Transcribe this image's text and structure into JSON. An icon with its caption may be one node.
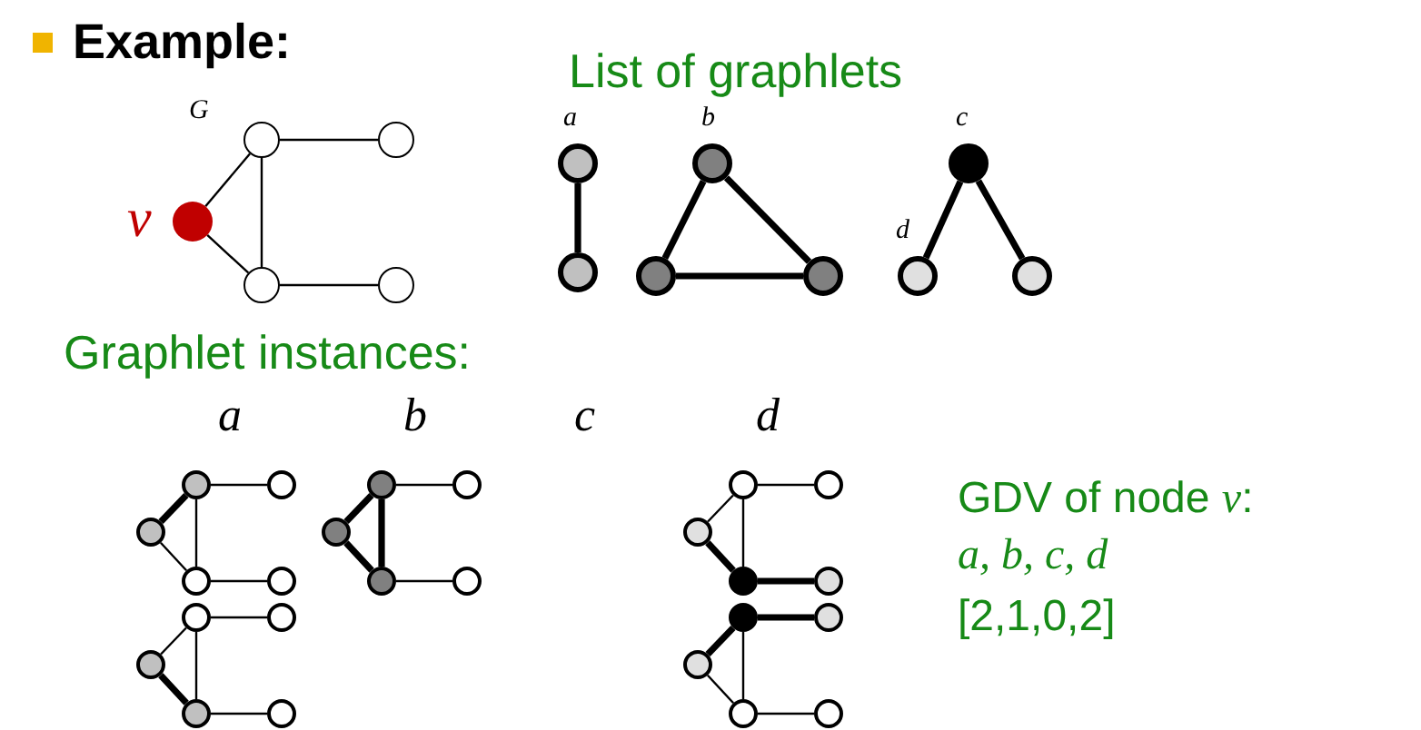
{
  "diagram": {
    "title": "Example:",
    "nodes": [
      {
        "text": [],
        "shape": "circle",
        "beside": [
          "v"
        ]
      },
      {
        "text": [],
        "shape": "circle"
      },
      {
        "text": [],
        "shape": "circle"
      },
      {
        "text": [],
        "shape": "circle"
      },
      {
        "text": [],
        "shape": "circle"
      },
      {
        "text": [],
        "shape": "circle",
        "beside": [
          "a"
        ]
      },
      {
        "text": [],
        "shape": "circle"
      },
      {
        "text": [],
        "shape": "circle",
        "beside": [
          "b"
        ]
      },
      {
        "text": [],
        "shape": "circle"
      },
      {
        "text": [],
        "shape": "circle"
      },
      {
        "text": [],
        "shape": "circle",
        "beside": [
          "c"
        ]
      },
      {
        "text": [],
        "shape": "circle",
        "beside": [
          "d"
        ]
      },
      {
        "text": [],
        "shape": "circle"
      },
      {
        "text": [],
        "shape": "circle"
      },
      {
        "text": [],
        "shape": "circle"
      },
      {
        "text": [],
        "shape": "circle"
      },
      {
        "text": [],
        "shape": "circle"
      },
      {
        "text": [],
        "shape": "circle"
      },
      {
        "text": [],
        "shape": "circle"
      },
      {
        "text": [],
        "shape": "circle"
      },
      {
        "text": [],
        "shape": "circle"
      },
      {
        "text": [],
        "shape": "circle"
      },
      {
        "text": [],
        "shape": "circle"
      },
      {
        "text": [],
        "shape": "circle"
      },
      {
        "text": [],
        "shape": "circle"
      },
      {
        "text": [],
        "shape": "circle"
      },
      {
        "text": [],
        "shape": "circle"
      },
      {
        "text": [],
        "shape": "circle"
      },
      {
        "text": [],
        "shape": "circle"
      },
      {
        "text": [],
        "shape": "circle"
      },
      {
        "text": [],
        "shape": "circle"
      },
      {
        "text": [],
        "shape": "circle"
      },
      {
        "text": [],
        "shape": "circle"
      },
      {
        "text": [],
        "shape": "circle"
      },
      {
        "text": [],
        "shape": "circle"
      },
      {
        "text": [],
        "shape": "circle"
      },
      {
        "text": [],
        "shape": "circle"
      },
      {
        "text": [],
        "shape": "circle"
      }
    ],
    "edges": [
      {
        "from": 0,
        "to": 1,
        "arrow": "none"
      },
      {
        "from": 0,
        "to": 2,
        "arrow": "none"
      },
      {
        "from": 1,
        "to": 2,
        "arrow": "none"
      },
      {
        "from": 1,
        "to": 3,
        "arrow": "none"
      },
      {
        "from": 2,
        "to": 4,
        "arrow": "none"
      },
      {
        "from": 5,
        "to": 6,
        "arrow": "none",
        "style": "thick"
      },
      {
        "from": 7,
        "to": 8,
        "arrow": "none",
        "style": "thick"
      },
      {
        "from": 7,
        "to": 9,
        "arrow": "none",
        "style": "thick"
      },
      {
        "from": 8,
        "to": 9,
        "arrow": "none",
        "style": "thick"
      },
      {
        "from": 10,
        "to": 11,
        "arrow": "none",
        "style": "thick"
      },
      {
        "from": 10,
        "to": 12,
        "arrow": "none",
        "style": "thick"
      },
      {
        "from": 13,
        "to": 14,
        "arrow": "none",
        "style": "thick"
      },
      {
        "from": 13,
        "to": 15,
        "arrow": "none"
      },
      {
        "from": 14,
        "to": 15,
        "arrow": "none"
      },
      {
        "from": 14,
        "to": 16,
        "arrow": "none"
      },
      {
        "from": 15,
        "to": 17,
        "arrow": "none"
      },
      {
        "from": 18,
        "to": 19,
        "arrow": "none"
      },
      {
        "from": 18,
        "to": 20,
        "arrow": "none",
        "style": "thick"
      },
      {
        "from": 19,
        "to": 20,
        "arrow": "none"
      },
      {
        "from": 19,
        "to": 21,
        "arrow": "none"
      },
      {
        "from": 20,
        "to": 22,
        "arrow": "none"
      },
      {
        "from": 23,
        "to": 24,
        "arrow": "none",
        "style": "thick"
      },
      {
        "from": 23,
        "to": 25,
        "arrow": "none",
        "style": "thick"
      },
      {
        "from": 24,
        "to": 25,
        "arrow": "none",
        "style": "thick"
      },
      {
        "from": 24,
        "to": 26,
        "arrow": "none"
      },
      {
        "from": 25,
        "to": 27,
        "arrow": "none"
      },
      {
        "from": 28,
        "to": 29,
        "arrow": "none"
      },
      {
        "from": 28,
        "to": 30,
        "arrow": "none",
        "style": "thick"
      },
      {
        "from": 29,
        "to": 30,
        "arrow": "none"
      },
      {
        "from": 29,
        "to": 31,
        "arrow": "none"
      },
      {
        "from": 30,
        "to": 32,
        "arrow": "none",
        "style": "thick"
      },
      {
        "from": 33,
        "to": 34,
        "arrow": "none",
        "style": "thick"
      },
      {
        "from": 33,
        "to": 35,
        "arrow": "none"
      },
      {
        "from": 34,
        "to": 35,
        "arrow": "none"
      },
      {
        "from": 34,
        "to": 36,
        "arrow": "none",
        "style": "thick"
      },
      {
        "from": 35,
        "to": 37,
        "arrow": "none"
      }
    ],
    "labels": [
      "List of graphlets",
      "G",
      "Graphlet instances:",
      "a",
      "b",
      "c",
      "d",
      "GDV of node *v*:",
      "a, b, c, d",
      "[2,1,0,2]"
    ]
  }
}
